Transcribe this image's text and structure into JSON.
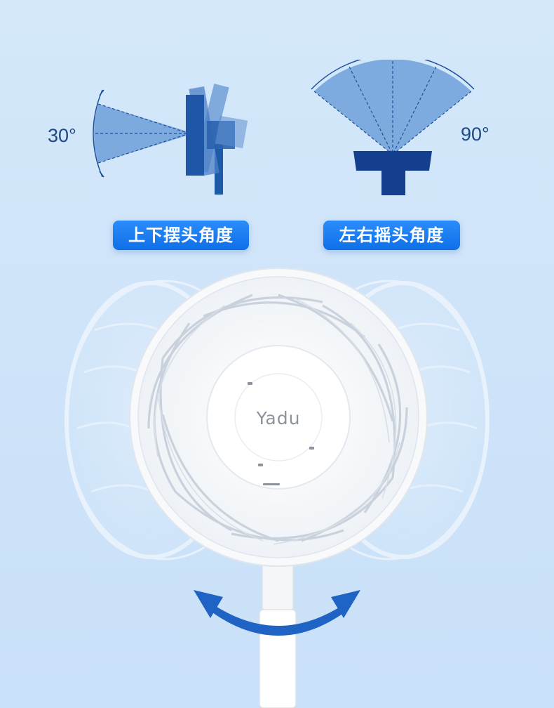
{
  "tilt": {
    "angle": "30°",
    "label": "上下摆头角度"
  },
  "swing": {
    "angle": "90°",
    "label": "左右摇头角度"
  },
  "fan": {
    "brand": "Yadu"
  },
  "colors": {
    "accent": "#1677f0",
    "diagram_dark": "#17479a",
    "arrow": "#1f63c4"
  },
  "icons": [
    "tilt-angle-diagram-icon",
    "swing-angle-diagram-icon",
    "rotate-arrow-icon"
  ]
}
